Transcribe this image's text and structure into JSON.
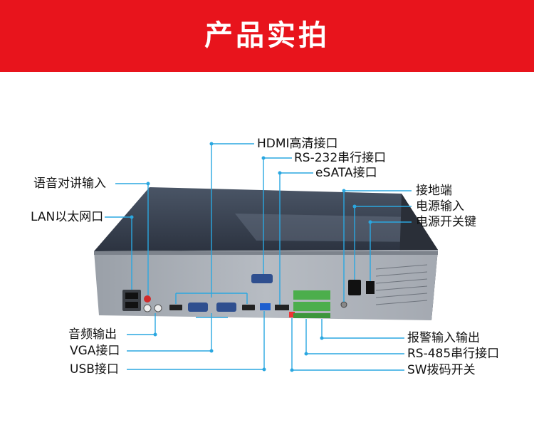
{
  "banner": {
    "title": "产品实拍",
    "color": "#e8141c"
  },
  "leader_color": "#2aa7e0",
  "labels": {
    "hdmi": "HDMI高清接口",
    "rs232": "RS-232串行接口",
    "esata": "eSATA接口",
    "audio_talk": "语音对讲输入",
    "lan": "LAN以太网口",
    "ground": "接地端",
    "power_in": "电源输入",
    "power_switch": "电源开关键",
    "audio_out": "音频输出",
    "vga": "VGA接口",
    "usb": "USB接口",
    "alarm_io": "报警输入输出",
    "rs485": "RS-485串行接口",
    "sw_dip": "SW拨码开关"
  }
}
